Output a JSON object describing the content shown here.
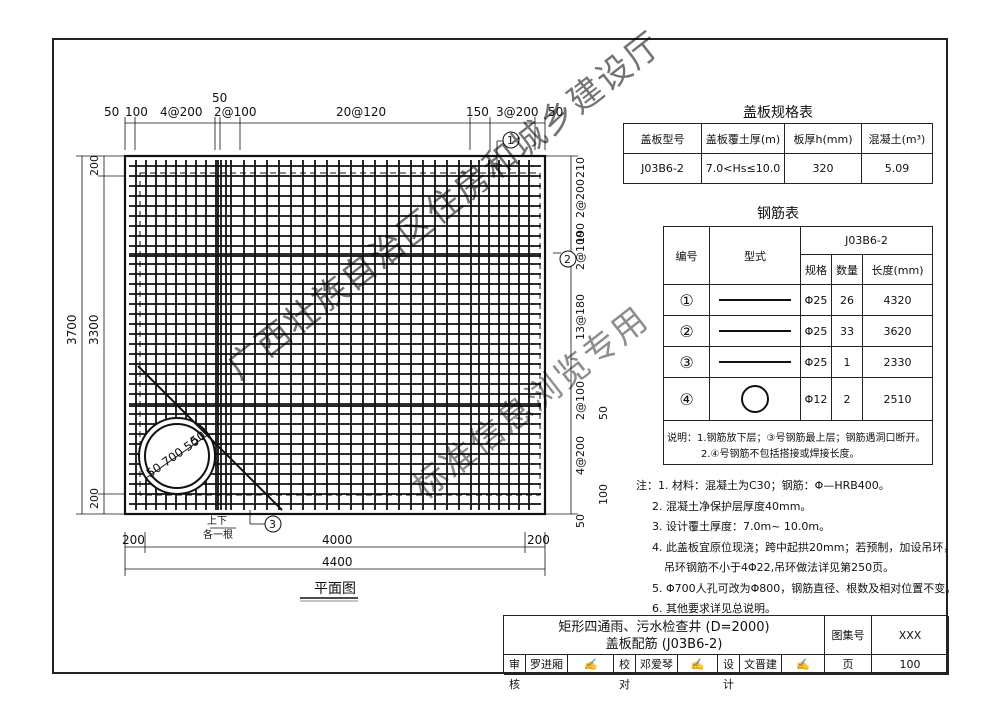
{
  "plan": {
    "top_dims": [
      "50",
      "100",
      "4@200",
      "50",
      "2@100",
      "20@120",
      "150",
      "3@200",
      "50"
    ],
    "left_dims": [
      "3700",
      "3300",
      "200",
      "200"
    ],
    "right_dims": [
      "210",
      "2@200",
      "190",
      "2@100",
      "13@180",
      "2@100",
      "50",
      "4@200",
      "100",
      "50"
    ],
    "bottom_dims": [
      "200",
      "4000",
      "200",
      "4400"
    ],
    "callout_1": "1",
    "callout_2": "2",
    "callout_3": "3",
    "shang_xia": "上下",
    "ge_yi_gen": "各一根",
    "circle_label": "50 700 50",
    "circle_label2": "50",
    "title": "平面图"
  },
  "spec_table": {
    "title": "盖板规格表",
    "headers": [
      "盖板型号",
      "盖板覆土厚(m)",
      "板厚h(mm)",
      "混凝土(m³)"
    ],
    "row": [
      "J03B6-2",
      "7.0<Hs≤10.0",
      "320",
      "5.09"
    ]
  },
  "rebar_table": {
    "title": "钢筋表",
    "h_no": "编号",
    "h_shape": "型式",
    "h_group": "J03B6-2",
    "h_spec": "规格",
    "h_qty": "数量",
    "h_len": "长度(mm)",
    "rows": [
      {
        "no": "①",
        "spec": "Φ25",
        "qty": "26",
        "len": "4320"
      },
      {
        "no": "②",
        "spec": "Φ25",
        "qty": "33",
        "len": "3620"
      },
      {
        "no": "③",
        "spec": "Φ25",
        "qty": "1",
        "len": "2330"
      },
      {
        "no": "④",
        "spec": "Φ12",
        "qty": "2",
        "len": "2510"
      }
    ],
    "note1": "说明：1.钢筋放下层；③号钢筋最上层；钢筋遇洞口断开。",
    "note2": "2.④号钢筋不包括搭接或焊接长度。"
  },
  "notes": [
    "注：1. 材料：混凝土为C30；钢筋：Φ—HRB400。",
    "2. 混凝土净保护层厚度40mm。",
    "3. 设计覆土厚度：7.0m~ 10.0m。",
    "4. 此盖板宜原位现浇；跨中起拱20mm；若预制，加设吊环，",
    "吊环钢筋不小于4Φ22,吊环做法详见第250页。",
    "5. Φ700人孔可改为Φ800，钢筋直径、根数及相对位置不变。",
    "6. 其他要求详见总说明。"
  ],
  "title_block": {
    "line1": "矩形四通雨、污水检查井 (D=2000)",
    "line2": "盖板配筋 (J03B6-2)",
    "atlas_label": "图集号",
    "atlas_value": "XXX",
    "page_label": "页",
    "page_value": "100",
    "review_label": "审核",
    "review_name": "罗进厢",
    "check_label": "校对",
    "check_name": "邓爱琴",
    "design_label": "设计",
    "design_name": "文晋建"
  },
  "watermark": {
    "line1": "广西壮族自治区住房和城乡建设厅",
    "line2": "标准信息浏览专用"
  }
}
